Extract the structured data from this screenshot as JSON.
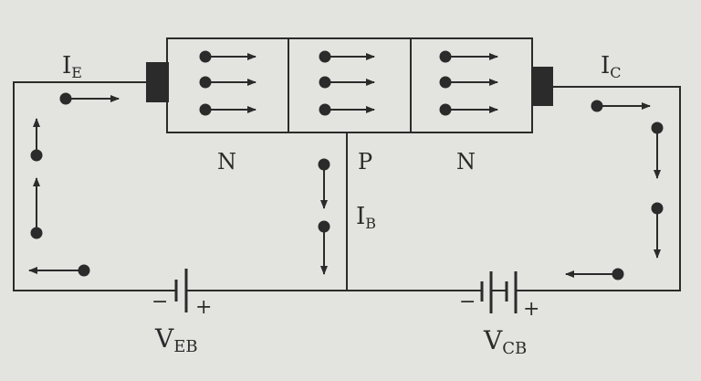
{
  "labels": {
    "emitter_current": {
      "main": "I",
      "sub": "E"
    },
    "collector_current": {
      "main": "I",
      "sub": "C"
    },
    "base_current": {
      "main": "I",
      "sub": "B"
    },
    "emitter_region": "N",
    "base_region": "P",
    "collector_region": "N",
    "emitter_base_battery": {
      "main": "V",
      "sub": "EB",
      "minus": "−",
      "plus": "+"
    },
    "collector_base_battery": {
      "main": "V",
      "sub": "CB",
      "minus": "−",
      "plus": "+"
    }
  },
  "colors": {
    "ink": "#2b2b2b",
    "paper": "#e3e3df"
  }
}
